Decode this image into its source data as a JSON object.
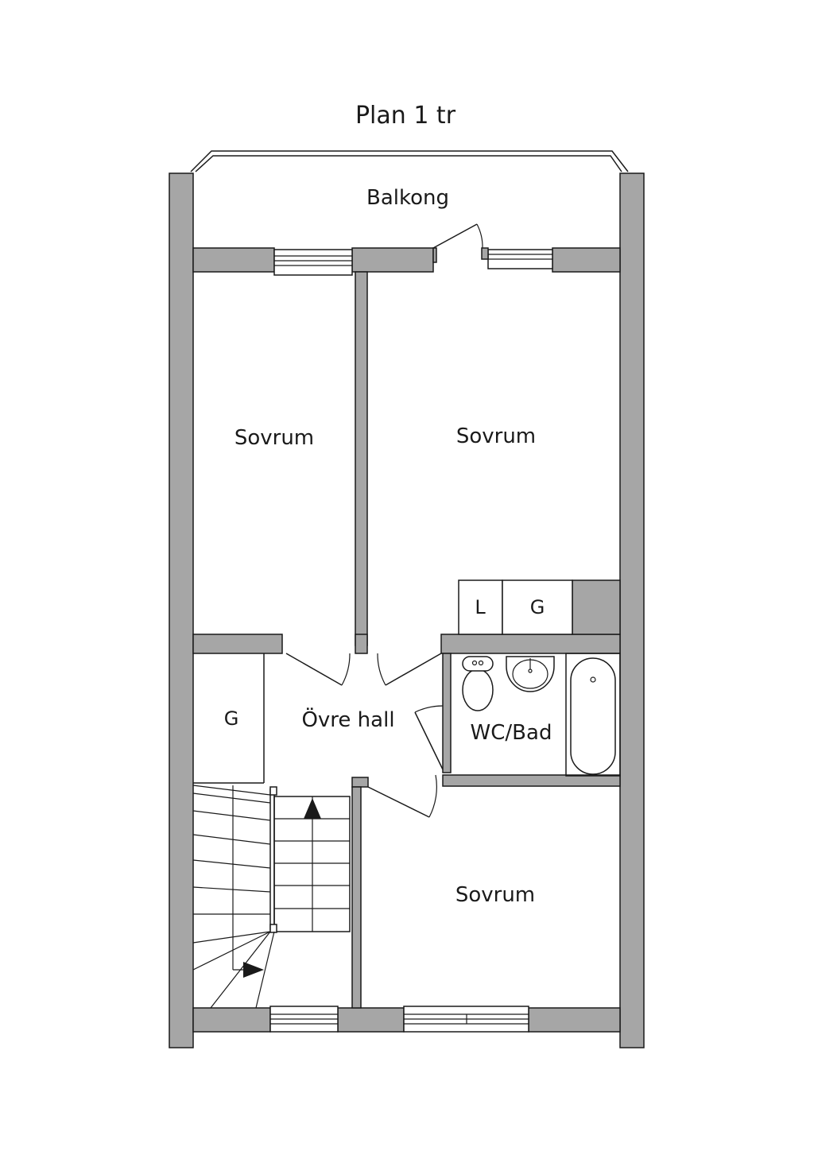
{
  "title": "Plan 1 tr",
  "rooms": {
    "balcony": "Balkong",
    "bedroom_left": "Sovrum",
    "bedroom_right": "Sovrum",
    "bedroom_bottom": "Sovrum",
    "hall": "Övre hall",
    "bathroom": "WC/Bad",
    "closet_l": "L",
    "closet_g_top": "G",
    "closet_g_left": "G"
  },
  "colors": {
    "wall": "#a6a6a6",
    "line": "#1a1a1a",
    "background": "#ffffff"
  }
}
